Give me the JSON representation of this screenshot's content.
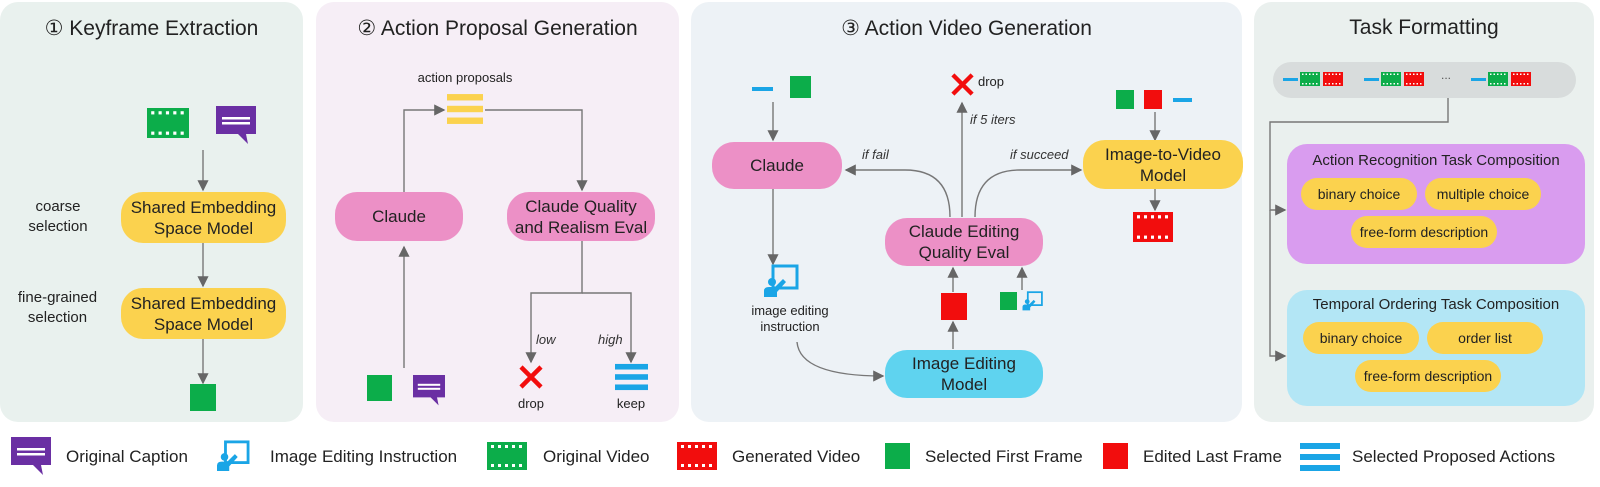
{
  "panels": {
    "keyframe": {
      "title": "① Keyframe Extraction",
      "coarse": "coarse\nselection",
      "fine": "fine-grained\nselection",
      "model1": "Shared Embedding\nSpace Model",
      "model2": "Shared Embedding\nSpace Model"
    },
    "proposal": {
      "title": "② Action Proposal Generation",
      "proposals": "action proposals",
      "claude": "Claude",
      "eval": "Claude Quality\nand Realism Eval",
      "low": "low",
      "high": "high",
      "drop": "drop",
      "keep": "keep"
    },
    "video": {
      "title": "③ Action Video Generation",
      "claude": "Claude",
      "instruction": "image editing\ninstruction",
      "edit_model": "Image Editing\nModel",
      "edit_eval": "Claude Editing\nQuality Eval",
      "i2v": "Image-to-Video\nModel",
      "drop": "drop",
      "if_iters": "if 5 iters",
      "if_fail": "if fail",
      "if_succeed": "if succeed"
    },
    "task": {
      "title": "Task Formatting",
      "ellipsis": "...",
      "ar_title": "Action Recognition Task Composition",
      "ar_pills": [
        "binary choice",
        "multiple choice",
        "free-form description"
      ],
      "to_title": "Temporal Ordering Task Composition",
      "to_pills": [
        "binary choice",
        "order list",
        "free-form description"
      ]
    }
  },
  "legend": [
    "Original Caption",
    "Image Editing Instruction",
    "Original Video",
    "Generated Video",
    "Selected First Frame",
    "Edited Last Frame",
    "Selected Proposed Actions"
  ],
  "colors": {
    "green": "#0cad4a",
    "red": "#f20d0d",
    "purple": "#6a2fa3",
    "blue": "#1aa5e6",
    "yellow": "#fbd24e",
    "pink": "#ec90c6",
    "cyan": "#5fd3ef"
  }
}
